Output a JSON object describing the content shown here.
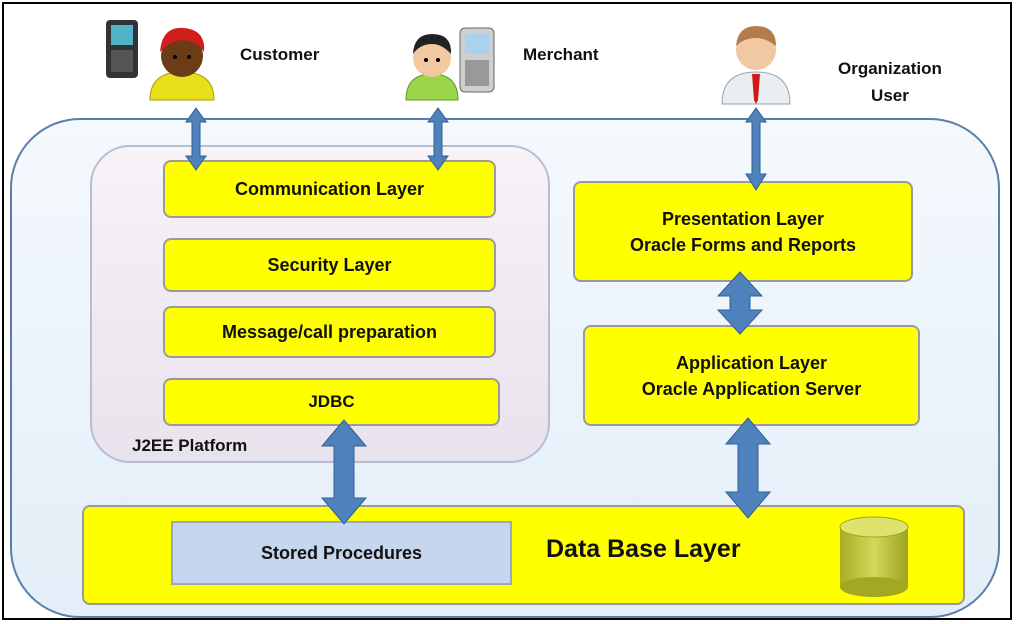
{
  "actors": {
    "customer": "Customer",
    "merchant": "Merchant",
    "org_user_line1": "Organization",
    "org_user_line2": "User"
  },
  "j2ee": {
    "platform_label": "J2EE Platform",
    "communication_layer": "Communication Layer",
    "security_layer": "Security Layer",
    "message_prep": "Message/call  preparation",
    "jdbc": "JDBC"
  },
  "oracle": {
    "presentation_line1": "Presentation Layer",
    "presentation_line2": "Oracle Forms and Reports",
    "application_line1": "Application Layer",
    "application_line2": "Oracle Application Server"
  },
  "database": {
    "stored_procedures": "Stored Procedures",
    "title": "Data Base Layer"
  },
  "colors": {
    "layer_fill": "#ffff00",
    "arrow_fill": "#4f81bd",
    "db_cylinder": "#c8cc3a"
  }
}
